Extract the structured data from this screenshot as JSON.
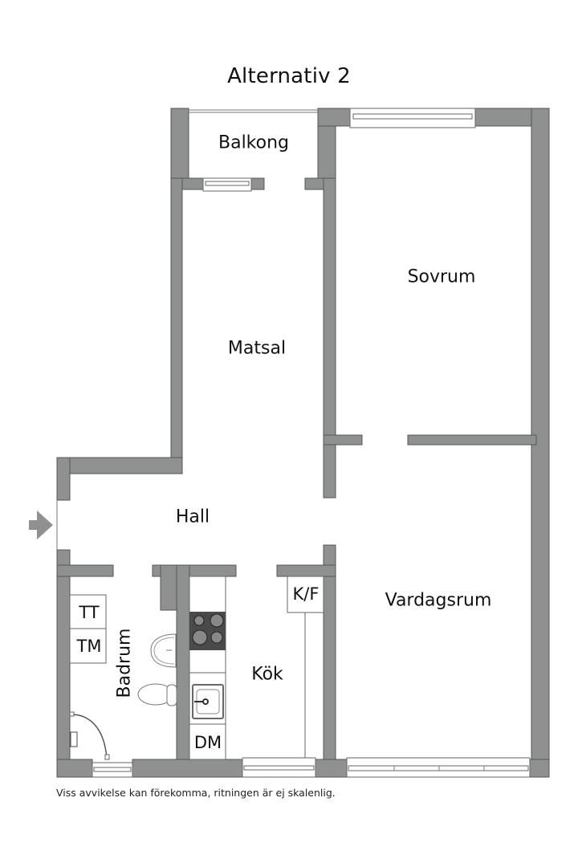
{
  "plan": {
    "title": "Alternativ 2",
    "footnote": "Viss avvikelse kan förekomma, ritningen är ej skalenlig.",
    "colors": {
      "wall": "#8f9190",
      "wall_stroke": "#555555",
      "stove": "#4a4a4a",
      "background": "#ffffff"
    },
    "rooms": [
      {
        "id": "balkong",
        "label": "Balkong"
      },
      {
        "id": "sovrum",
        "label": "Sovrum"
      },
      {
        "id": "matsal",
        "label": "Matsal"
      },
      {
        "id": "hall",
        "label": "Hall"
      },
      {
        "id": "vardagsrum",
        "label": "Vardagsrum"
      },
      {
        "id": "badrum",
        "label": "Badrum"
      },
      {
        "id": "kok",
        "label": "Kök"
      }
    ],
    "fixtures": [
      {
        "id": "tt",
        "label": "TT"
      },
      {
        "id": "tm",
        "label": "TM"
      },
      {
        "id": "kf",
        "label": "K/F"
      },
      {
        "id": "dm",
        "label": "DM"
      }
    ],
    "entrance": {
      "icon": "entrance-arrow-icon"
    }
  }
}
